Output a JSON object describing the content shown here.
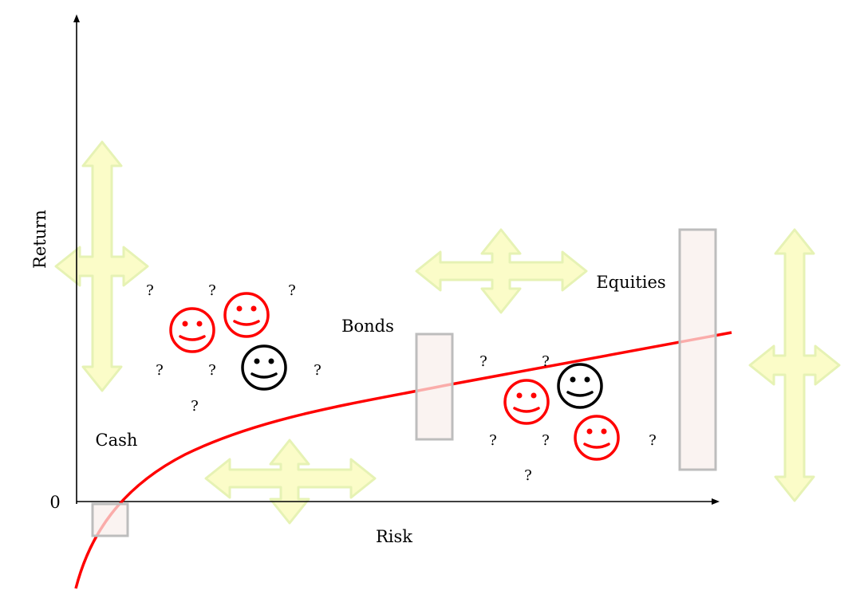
{
  "axes": {
    "x_label": "Risk",
    "y_label": "Return",
    "origin_label": "0"
  },
  "asset_classes": [
    {
      "label": "Cash"
    },
    {
      "label": "Bonds"
    },
    {
      "label": "Equities"
    }
  ],
  "question_mark": "?",
  "colors": {
    "curve": "#ff0000",
    "arrow_fill": "#fbfcc8",
    "arrow_stroke": "#e6f2b4",
    "box_fill": "#f8eeeb",
    "box_stroke": "#bdbdbd",
    "smiley_red": "#ff0000",
    "smiley_black": "#000000"
  }
}
